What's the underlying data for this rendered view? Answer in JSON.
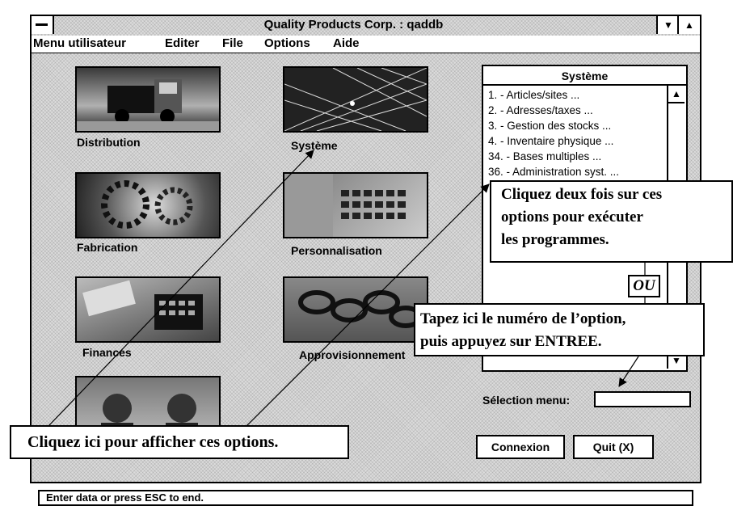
{
  "window": {
    "title": "Quality Products Corp. : qaddb"
  },
  "menubar": [
    "Menu utilisateur",
    "Editer",
    "File",
    "Options",
    "Aide"
  ],
  "modules": [
    {
      "label": "Distribution"
    },
    {
      "label": "Système"
    },
    {
      "label": "Fabrication"
    },
    {
      "label": "Personnalisation"
    },
    {
      "label": "Finances"
    },
    {
      "label": "Approvisionnement"
    }
  ],
  "system_panel": {
    "title": "Système",
    "items": [
      "1. - Articles/sites ...",
      "2. - Adresses/taxes ...",
      "3. - Gestion des stocks ...",
      "4. - Inventaire physique ...",
      "34. - Bases multiples ...",
      "36. - Administration syst.  ..."
    ]
  },
  "selection": {
    "label": "Sélection menu:"
  },
  "buttons": {
    "connexion": "Connexion",
    "quit": "Quit (X)"
  },
  "status": "Enter data or press ESC to end.",
  "callouts": {
    "double_click": [
      "Cliquez deux fois sur ces",
      "options pour exécuter",
      "les programmes."
    ],
    "ou": "OU",
    "type_number": [
      "Tapez ici le numéro de l’option,",
      "puis appuyez sur ENTREE."
    ],
    "click_here": "Cliquez ici pour afficher ces options."
  }
}
